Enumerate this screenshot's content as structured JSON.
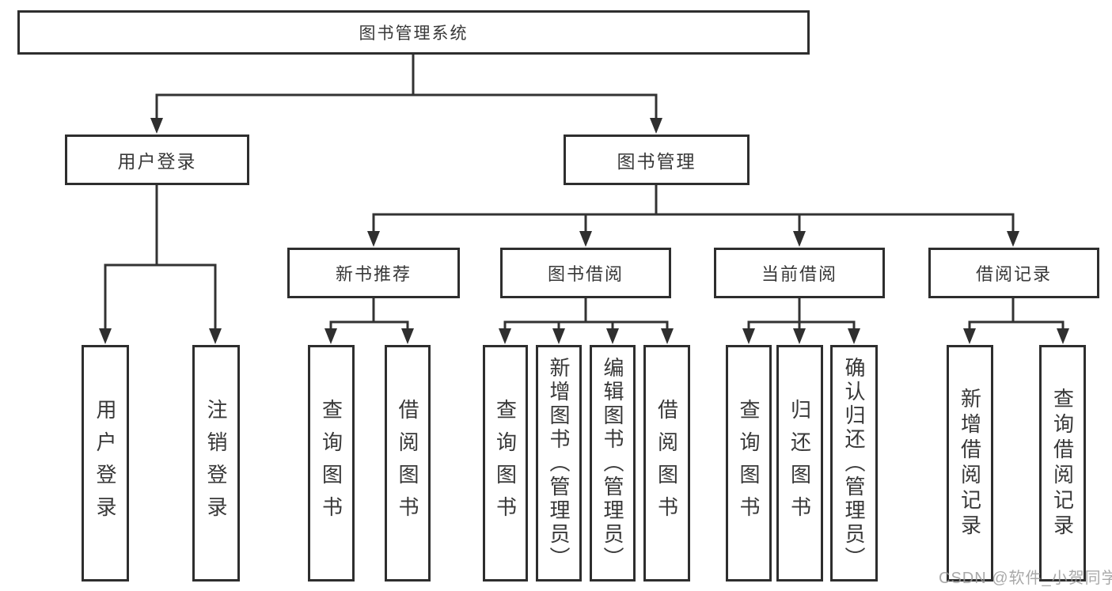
{
  "diagram": {
    "root": {
      "label": "图书管理系统"
    },
    "branches": [
      {
        "label": "用户登录",
        "leaves": [
          {
            "label": "用户登录"
          },
          {
            "label": "注销登录"
          }
        ]
      },
      {
        "label": "图书管理",
        "groups": [
          {
            "label": "新书推荐",
            "leaves": [
              {
                "label": "查询图书"
              },
              {
                "label": "借阅图书"
              }
            ]
          },
          {
            "label": "图书借阅",
            "leaves": [
              {
                "label": "查询图书"
              },
              {
                "label": "新增图书（管理员）"
              },
              {
                "label": "编辑图书（管理员）"
              },
              {
                "label": "借阅图书"
              }
            ]
          },
          {
            "label": "当前借阅",
            "leaves": [
              {
                "label": "查询图书"
              },
              {
                "label": "归还图书"
              },
              {
                "label": "确认归还（管理员）"
              }
            ]
          },
          {
            "label": "借阅记录",
            "leaves": [
              {
                "label": "新增借阅记录"
              },
              {
                "label": "查询借阅记录"
              }
            ]
          }
        ]
      }
    ]
  },
  "watermark": {
    "text": "CSDN @软件_小贺同学"
  },
  "colors": {
    "line": "#333333",
    "border": "#2e2e2e",
    "text": "#383838",
    "watermark": "#9a9a9a",
    "background": "#ffffff"
  }
}
